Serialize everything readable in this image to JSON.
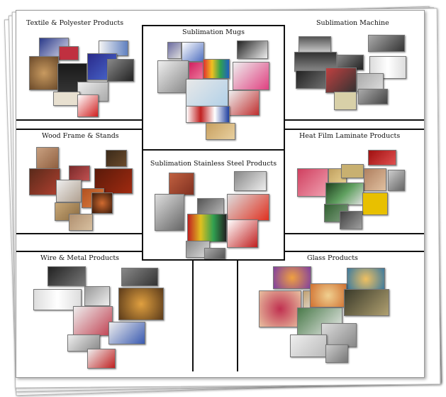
{
  "sections": {
    "textile": "Textile & Polyester Products",
    "mugs": "Sublimation Mugs",
    "machine": "Sublimation Machine",
    "wood": "Wood  Frame & Stands",
    "stainless": "Sublimation Stainless Steel Products",
    "film": "Heat Film Laminate Products",
    "wire": "Wire & Metal Products",
    "glass": "Glass Products"
  },
  "colors": {
    "line": "#111111",
    "sheet_border": "#9a9a9a"
  }
}
